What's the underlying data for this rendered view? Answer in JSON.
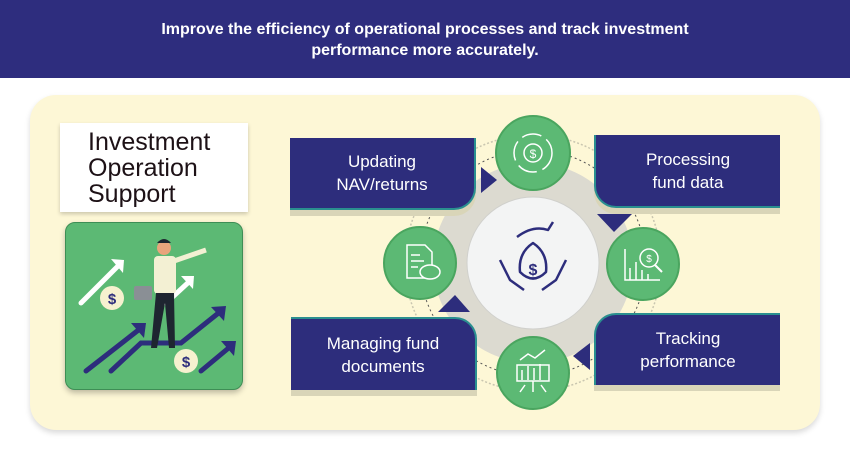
{
  "header": {
    "line1": "Improve the efficiency of operational processes and track investment",
    "line2": "performance more accurately."
  },
  "title": {
    "line1": "Investment",
    "line2": "Operation",
    "line3": "Support"
  },
  "steps": [
    {
      "line1": "Updating",
      "line2": "NAV/returns",
      "icon": "dollar-cycle-icon"
    },
    {
      "line1": "Processing",
      "line2": "fund data",
      "icon": "chart-magnifier-icon"
    },
    {
      "line1": "Tracking",
      "line2": "performance",
      "icon": "presentation-chart-icon"
    },
    {
      "line1": "Managing fund",
      "line2": "documents",
      "icon": "document-piggy-bank-icon"
    }
  ],
  "center_icon": "hands-money-bag-icon",
  "colors": {
    "navy": "#2e2d7e",
    "green": "#5cb974",
    "cream": "#fdf7d6"
  }
}
